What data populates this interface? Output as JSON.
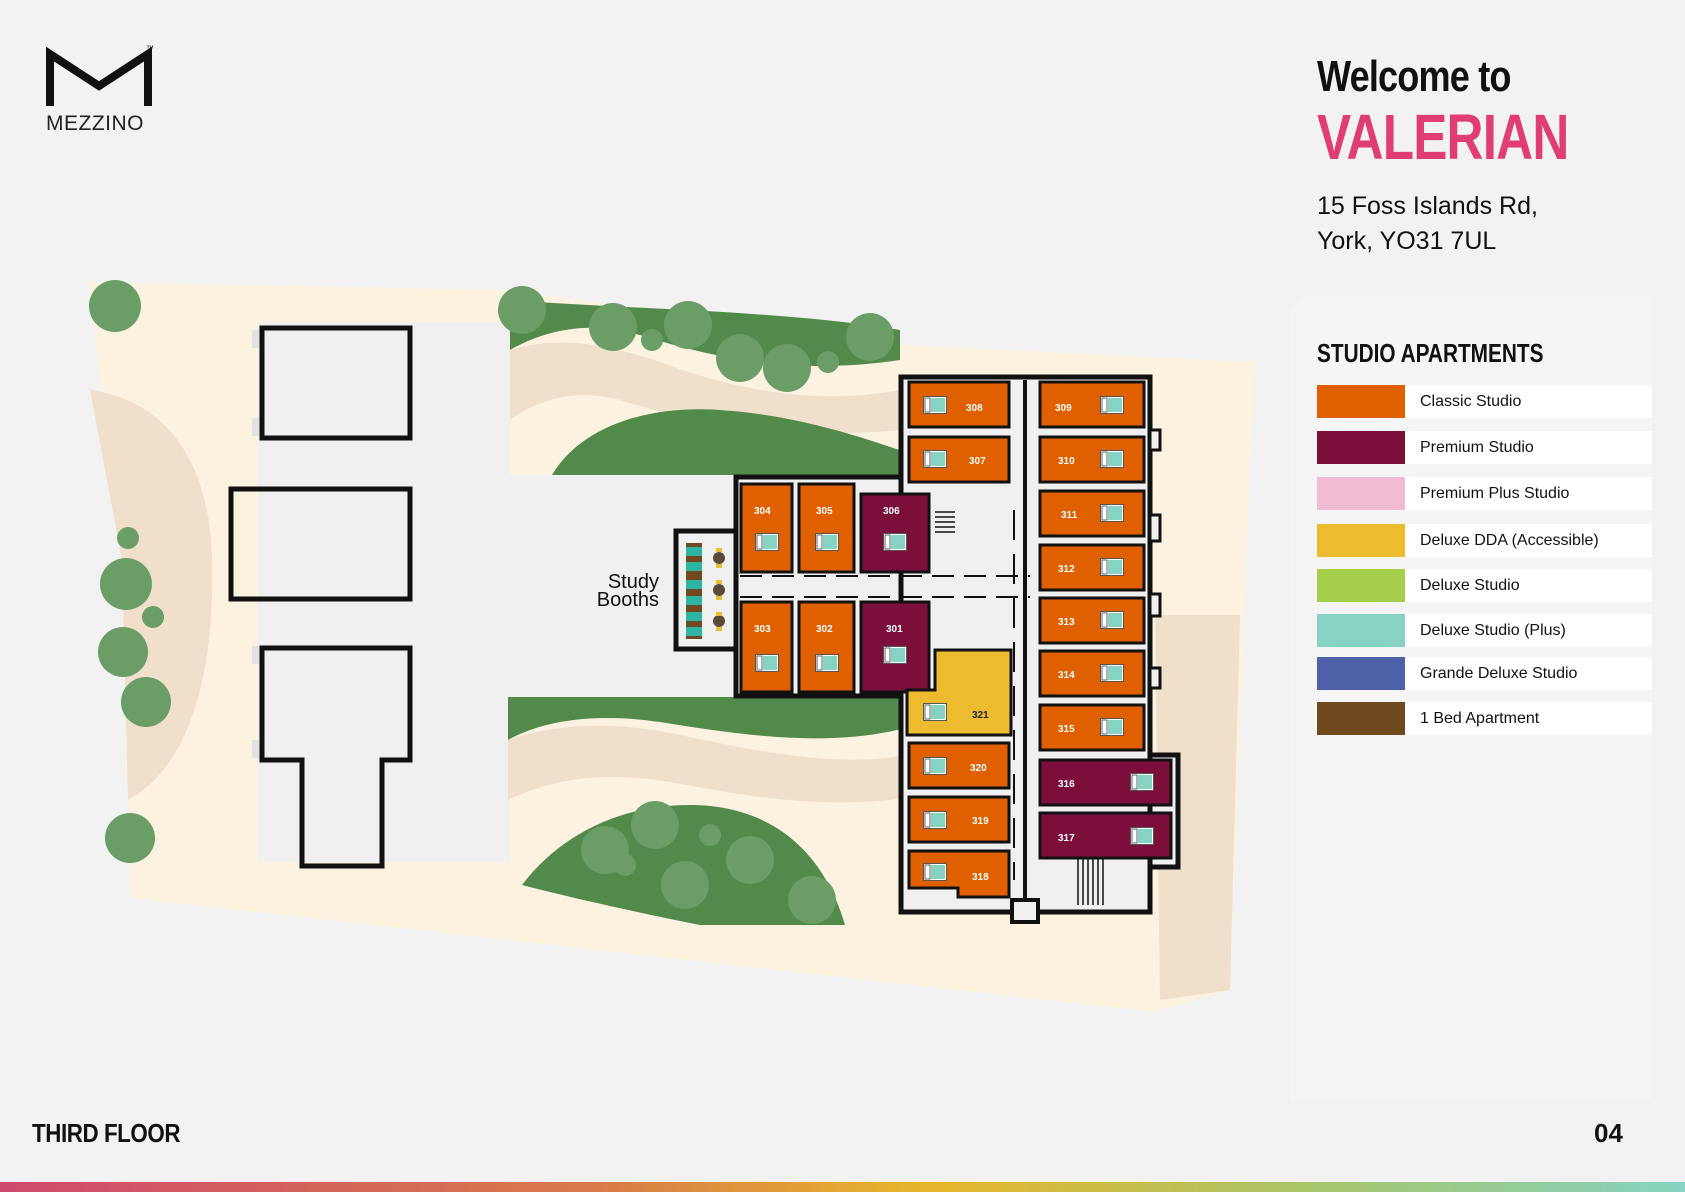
{
  "brand": {
    "name": "MEZZINO",
    "trademark": "™"
  },
  "header": {
    "welcome": "Welcome to",
    "building": "VALERIAN",
    "address_line1": "15 Foss Islands Rd,",
    "address_line2": "York, YO31 7UL"
  },
  "legend": {
    "title": "STUDIO APARTMENTS",
    "items": [
      {
        "label": "Classic Studio",
        "color": "#e06000"
      },
      {
        "label": "Premium Studio",
        "color": "#7c0e3c"
      },
      {
        "label": "Premium Plus Studio",
        "color": "#f1bbd3"
      },
      {
        "label": "Deluxe DDA (Accessible)",
        "color": "#ecbb2e"
      },
      {
        "label": "Deluxe Studio",
        "color": "#a5cf4a"
      },
      {
        "label": "Deluxe Studio (Plus)",
        "color": "#86d3c3"
      },
      {
        "label": "Grande Deluxe Studio",
        "color": "#4f61a9"
      },
      {
        "label": "1 Bed Apartment",
        "color": "#6e4a1e"
      }
    ]
  },
  "map": {
    "study_booths_line1": "Study",
    "study_booths_line2": "Booths",
    "rooms": [
      {
        "number": "308",
        "type": "Classic Studio"
      },
      {
        "number": "307",
        "type": "Classic Studio"
      },
      {
        "number": "309",
        "type": "Classic Studio"
      },
      {
        "number": "310",
        "type": "Classic Studio"
      },
      {
        "number": "311",
        "type": "Classic Studio"
      },
      {
        "number": "312",
        "type": "Classic Studio"
      },
      {
        "number": "313",
        "type": "Classic Studio"
      },
      {
        "number": "314",
        "type": "Classic Studio"
      },
      {
        "number": "315",
        "type": "Classic Studio"
      },
      {
        "number": "316",
        "type": "Premium Studio"
      },
      {
        "number": "317",
        "type": "Premium Studio"
      },
      {
        "number": "304",
        "type": "Classic Studio"
      },
      {
        "number": "305",
        "type": "Classic Studio"
      },
      {
        "number": "306",
        "type": "Premium Studio"
      },
      {
        "number": "303",
        "type": "Classic Studio"
      },
      {
        "number": "302",
        "type": "Classic Studio"
      },
      {
        "number": "301",
        "type": "Premium Studio"
      },
      {
        "number": "321",
        "type": "Deluxe DDA (Accessible)"
      },
      {
        "number": "320",
        "type": "Classic Studio"
      },
      {
        "number": "319",
        "type": "Classic Studio"
      },
      {
        "number": "318",
        "type": "Classic Studio"
      }
    ]
  },
  "footer": {
    "floor": "THIRD FLOOR",
    "page": "04"
  },
  "colors": {
    "accent": "#e03d74",
    "grass": "#528a4c",
    "tree": "#6a9e66",
    "sand": "#fdf1e0",
    "path": "#efdfcb",
    "building": "#eff0ef"
  }
}
